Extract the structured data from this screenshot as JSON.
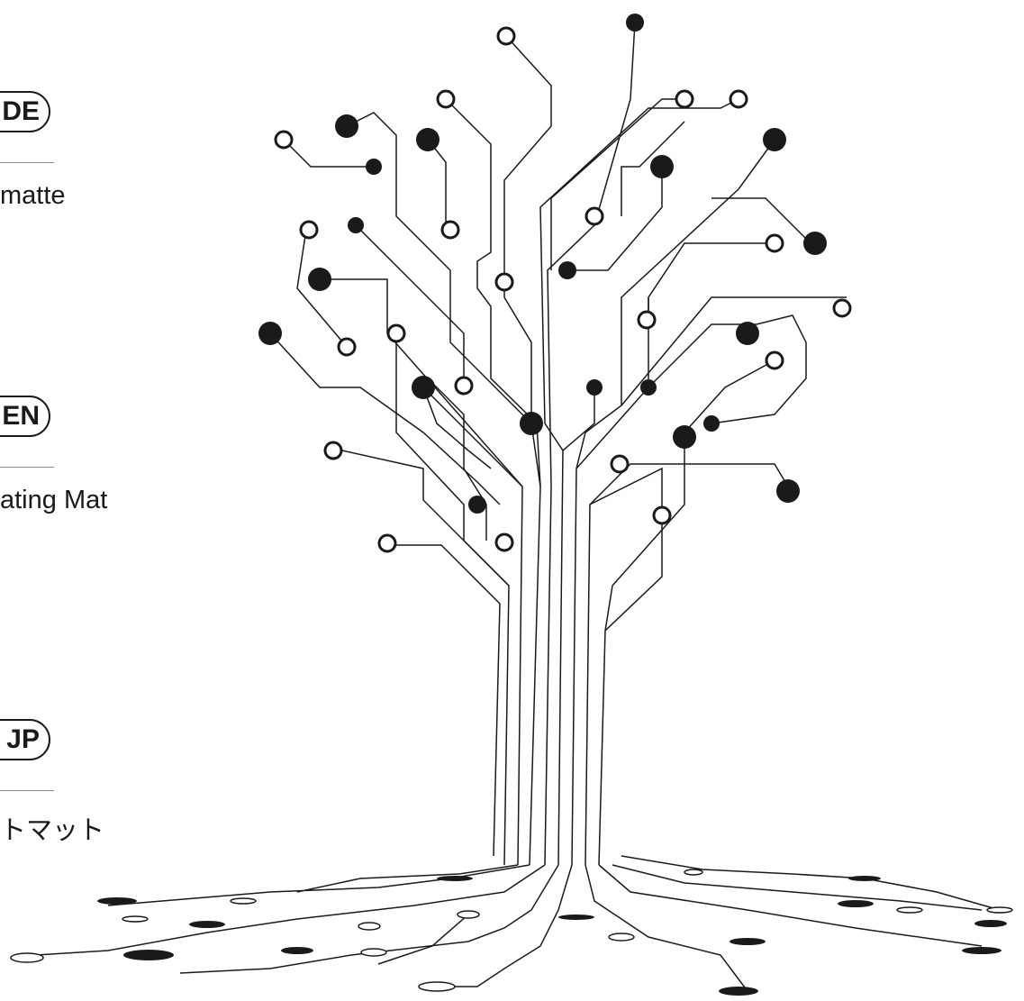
{
  "languages": [
    {
      "code": "DE",
      "label": "matte"
    },
    {
      "code": "EN",
      "label": "ating Mat"
    },
    {
      "code": "JP",
      "label": "トマット"
    }
  ],
  "colors": {
    "ink": "#1a1a1a",
    "rule": "#888888",
    "background": "#ffffff"
  },
  "illustration": {
    "icon": "circuit-tree-icon"
  }
}
